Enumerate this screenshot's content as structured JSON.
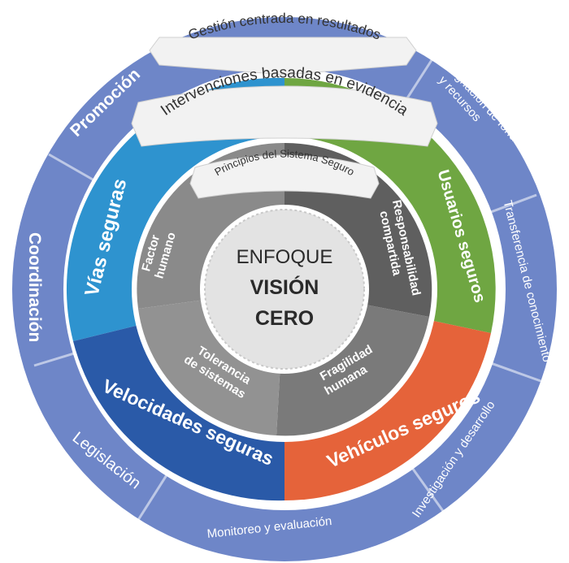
{
  "center": {
    "line1": "ENFOQUE",
    "line2": "VISIÓN",
    "line3": "CERO"
  },
  "banners": {
    "outer": "Gestión centrada en resultados",
    "middle": "Intervenciones basadas en evidencia",
    "inner": "Principios del Sistema Seguro"
  },
  "principles": [
    {
      "lines": [
        "Factor",
        "humano"
      ]
    },
    {
      "lines": [
        "Responsabilidad",
        "compartida"
      ]
    },
    {
      "lines": [
        "Fragilidad",
        "humana"
      ]
    },
    {
      "lines": [
        "Tolerancia",
        "de sistemas"
      ]
    }
  ],
  "pillars": [
    {
      "label": "Vías seguras",
      "color": "#2e93cf"
    },
    {
      "label": "Usuarios seguros",
      "color": "#6fa642"
    },
    {
      "label": "Vehículos seguros",
      "color": "#e5633a"
    },
    {
      "label": "Velocidades seguras",
      "color": "#2a5aa8"
    }
  ],
  "outer_functions": [
    {
      "label": "Promoción"
    },
    {
      "lines": [
        "Asignación de fondos",
        "y recursos"
      ]
    },
    {
      "label": "Transferencia de conocimiento"
    },
    {
      "label": "Investigación y desarrollo"
    },
    {
      "label": "Monitoreo y evaluación"
    },
    {
      "label": "Legislación"
    },
    {
      "label": "Coordinación"
    }
  ],
  "colors": {
    "outer_ring": "#6e86c8",
    "outer_ring_alt": "#7a91cf",
    "principle_dark": "#6b6b6b",
    "principle_light": "#8a8a8a",
    "center_fill": "#e3e3e3",
    "banner_fill": "#f2f2f2"
  }
}
